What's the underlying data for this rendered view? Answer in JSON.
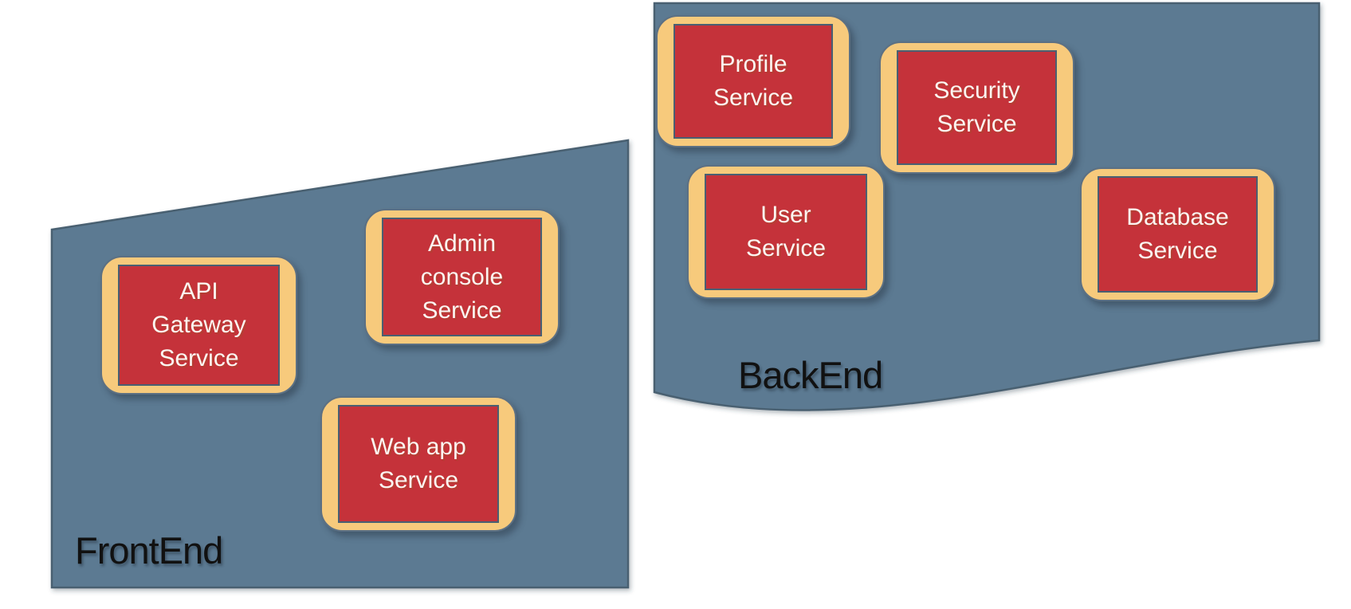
{
  "colors": {
    "banner_fill": "#5B7A92",
    "banner_stroke": "#4A6171",
    "box_border_fill": "#F7CA7C",
    "box_border_stroke": "#5C7083",
    "box_fill": "#C5323A",
    "box_stroke": "#4A5F72",
    "box_text": "#FBF6F1",
    "label_text": "#111111"
  },
  "groups": [
    {
      "label": "FrontEnd",
      "services": [
        {
          "name": "API Gateway Service",
          "text": "API\nGateway\nService"
        },
        {
          "name": "Admin console Service",
          "text": "Admin\nconsole\nService"
        },
        {
          "name": "Web app Service",
          "text": "Web app\nService"
        }
      ]
    },
    {
      "label": "BackEnd",
      "services": [
        {
          "name": "Profile Service",
          "text": "Profile\nService"
        },
        {
          "name": "Security Service",
          "text": "Security\nService"
        },
        {
          "name": "User Service",
          "text": "User\nService"
        },
        {
          "name": "Database Service",
          "text": "Database\nService"
        }
      ]
    }
  ]
}
